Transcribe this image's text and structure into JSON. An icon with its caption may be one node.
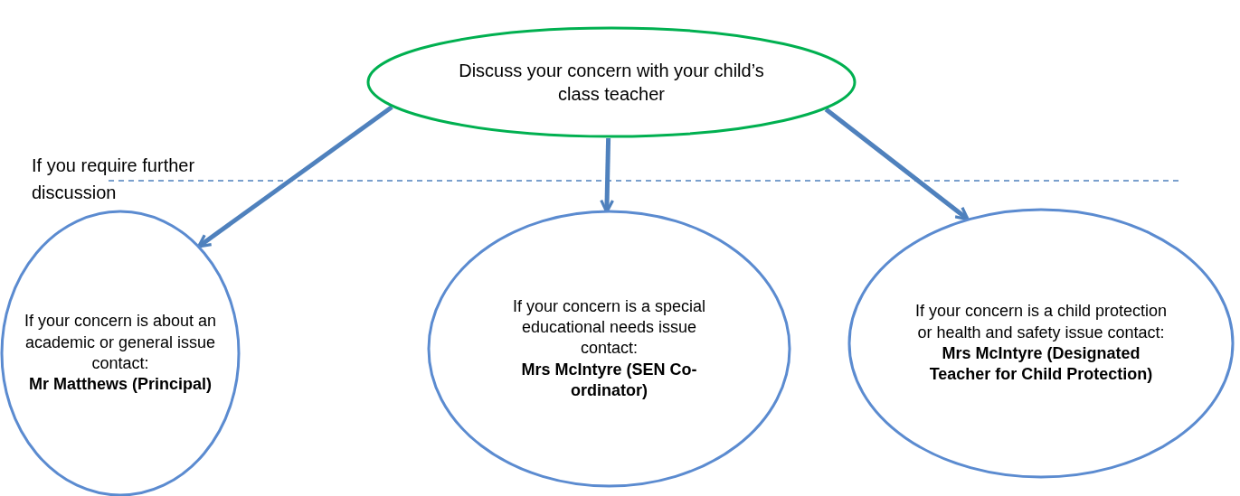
{
  "diagram": {
    "nodes": [
      {
        "text": [
          "Discuss your concern with your child’s class teacher"
        ]
      },
      {
        "text": [
          "If your concern is about an academic or general issue contact:",
          "Mr Matthews (Principal)"
        ]
      },
      {
        "text": [
          "If your concern is a special educational needs issue contact:",
          "Mrs McIntyre (SEN Co-ordinator)"
        ]
      },
      {
        "text": [
          "If your concern is a child protection or health and safety issue contact:",
          "Mrs McIntyre (Designated Teacher for Child Protection)"
        ]
      }
    ],
    "edges": [
      {
        "from": 0,
        "to": 1,
        "arrow": "to"
      },
      {
        "from": 0,
        "to": 2,
        "arrow": "to"
      },
      {
        "from": 0,
        "to": 3,
        "arrow": "to"
      }
    ],
    "labels": [
      "If you require further discussion"
    ]
  }
}
